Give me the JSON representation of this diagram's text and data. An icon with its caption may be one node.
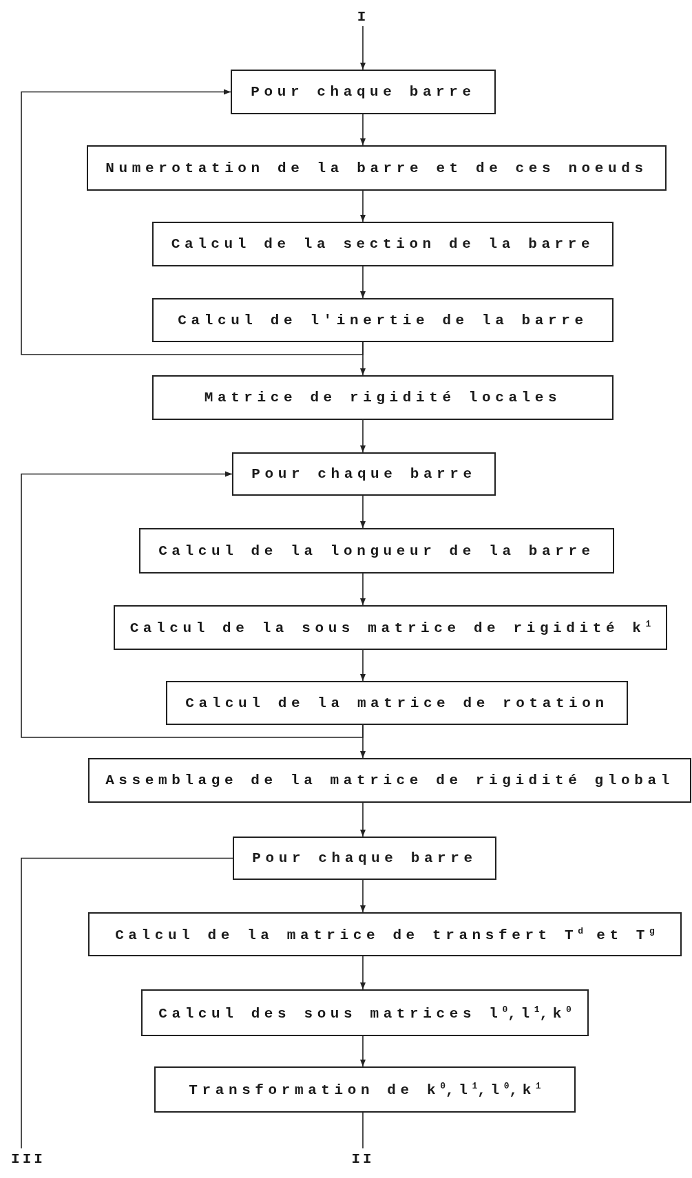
{
  "diagram": {
    "nodes": [
      {
        "text": [
          "I"
        ]
      },
      {
        "text": [
          "Pour chaque barre"
        ]
      },
      {
        "text": [
          "Numerotation de la barre et de ces noeuds"
        ]
      },
      {
        "text": [
          "Calcul de la section de la barre"
        ]
      },
      {
        "text": [
          "Calcul de l'inertie de la barre"
        ]
      },
      {
        "text": [
          "Matrice de rigidité locales"
        ]
      },
      {
        "text": [
          "Pour chaque barre"
        ]
      },
      {
        "text": [
          "Calcul de la longueur de la barre"
        ]
      },
      {
        "text": [
          "Calcul de la sous matrice de rigidité k$^{1}$"
        ]
      },
      {
        "text": [
          "Calcul de la matrice de rotation"
        ]
      },
      {
        "text": [
          "Assemblage de la matrice de rigidité global"
        ]
      },
      {
        "text": [
          "Pour chaque barre"
        ]
      },
      {
        "text": [
          "Calcul de la matrice de transfert T$^{d}$ et T$^{g}$"
        ]
      },
      {
        "text": [
          "Calcul des sous matrices l$^{0}$,l$^{1}$,k$^{0}$"
        ]
      },
      {
        "text": [
          "Transformation de k$^{0}$,l$^{1}$,l$^{0}$,k$^{1}$"
        ]
      },
      {
        "text": [
          "III"
        ]
      },
      {
        "text": [
          "II"
        ]
      }
    ],
    "edges": [
      {
        "from": 0,
        "to": 1,
        "arrow": "to"
      },
      {
        "from": 1,
        "to": 2,
        "arrow": "to"
      },
      {
        "from": 2,
        "to": 3,
        "arrow": "to"
      },
      {
        "from": 3,
        "to": 4,
        "arrow": "to"
      },
      {
        "from": 4,
        "to": 5,
        "arrow": "to"
      },
      {
        "from": 4,
        "to": 1,
        "arrow": "to"
      },
      {
        "from": 5,
        "to": 6,
        "arrow": "to"
      },
      {
        "from": 6,
        "to": 7,
        "arrow": "to"
      },
      {
        "from": 7,
        "to": 8,
        "arrow": "to"
      },
      {
        "from": 8,
        "to": 9,
        "arrow": "to"
      },
      {
        "from": 9,
        "to": 10,
        "arrow": "to"
      },
      {
        "from": 9,
        "to": 6,
        "arrow": "to"
      },
      {
        "from": 10,
        "to": 11,
        "arrow": "to"
      },
      {
        "from": 11,
        "to": 12,
        "arrow": "to"
      },
      {
        "from": 12,
        "to": 13,
        "arrow": "to"
      },
      {
        "from": 13,
        "to": 14,
        "arrow": "to"
      },
      {
        "from": 11,
        "to": 15,
        "arrow": "other"
      },
      {
        "from": 14,
        "to": 16,
        "arrow": "none"
      }
    ]
  }
}
